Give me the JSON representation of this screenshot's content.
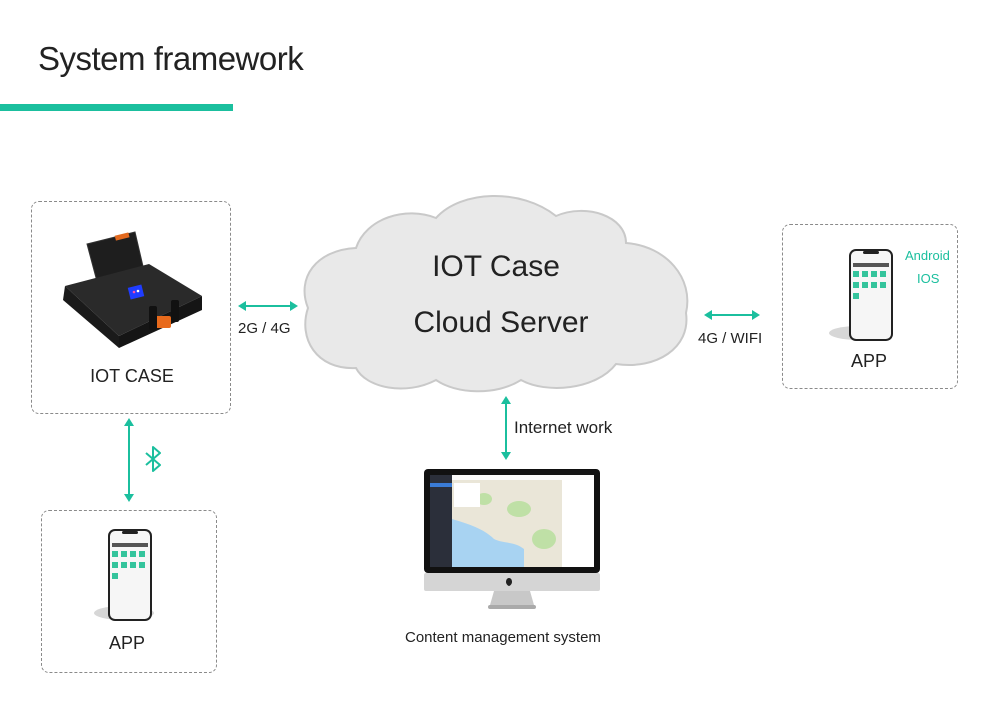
{
  "header": {
    "title": "System framework",
    "accent_color": "#1bbf9e"
  },
  "nodes": {
    "iot_case": {
      "label": "IOT CASE",
      "image": "iot-case-device"
    },
    "cloud": {
      "line1": "IOT  Case",
      "line2": "Cloud  Server"
    },
    "app_right": {
      "label": "APP",
      "platforms": [
        "Android",
        "IOS"
      ],
      "image": "smartphone"
    },
    "app_bottom": {
      "label": "APP",
      "image": "smartphone"
    },
    "cms": {
      "label": "Content management system",
      "image": "desktop-monitor-map"
    }
  },
  "links": {
    "case_cloud": {
      "label": "2G / 4G",
      "icon": "double-arrow-horizontal"
    },
    "cloud_app": {
      "label": "4G / WIFI",
      "icon": "double-arrow-horizontal"
    },
    "cloud_cms": {
      "label": "Internet work",
      "icon": "double-arrow-vertical"
    },
    "case_app": {
      "label": "",
      "icon": "bluetooth-icon"
    }
  }
}
